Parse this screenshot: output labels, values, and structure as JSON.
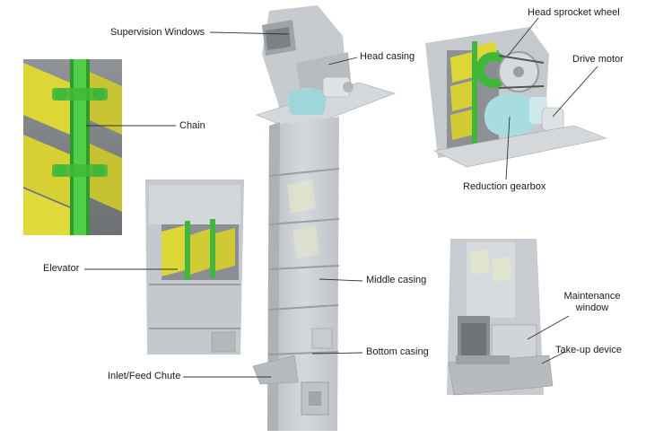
{
  "labels": {
    "supervision_windows": "Supervision Windows",
    "head_casing": "Head casing",
    "head_sprocket_wheel": "Head sprocket wheel",
    "drive_motor": "Drive motor",
    "chain": "Chain",
    "reduction_gearbox": "Reduction gearbox",
    "elevator": "Elevator",
    "middle_casing": "Middle casing",
    "maintenance_window_1": "Maintenance",
    "maintenance_window_2": "window",
    "bottom_casing": "Bottom casing",
    "take_up_device": "Take-up device",
    "inlet_feed_chute": "Inlet/Feed Chute"
  },
  "colors": {
    "casing": "#c9ccd0",
    "casing_dark": "#a9adb2",
    "bucket_yellow": "#e3df3a",
    "chain_green": "#3fb83a",
    "gearbox_teal": "#a8dde0",
    "leader_line": "#333333"
  }
}
